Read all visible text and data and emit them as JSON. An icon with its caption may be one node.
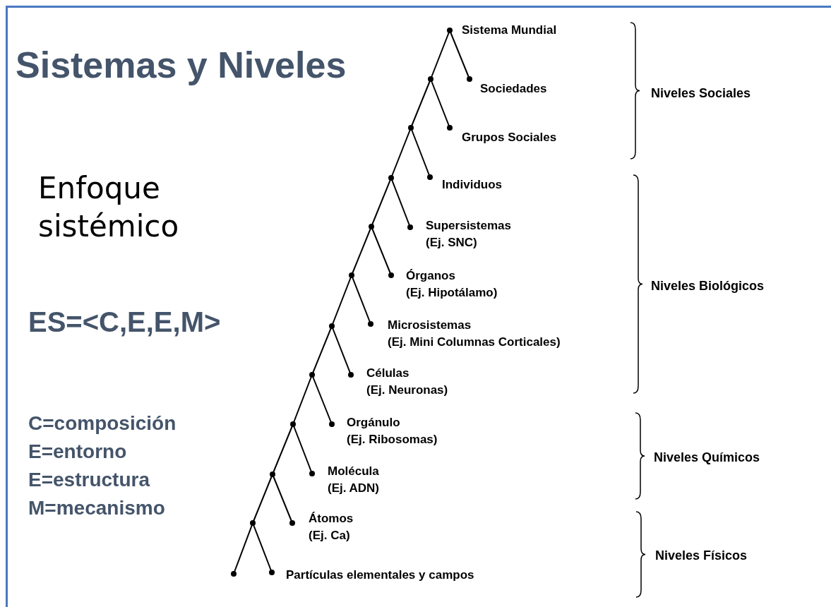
{
  "diagram": {
    "title": "Sistemas y Niveles",
    "nodes": [
      {
        "text": [
          "Sistema Mundial"
        ]
      },
      {
        "text": [],
        "shape": "circle"
      },
      {
        "text": [
          "Sociedades"
        ]
      },
      {
        "text": [],
        "shape": "circle"
      },
      {
        "text": [
          "Grupos Sociales"
        ]
      },
      {
        "text": [],
        "shape": "circle"
      },
      {
        "text": [
          "Individuos"
        ]
      },
      {
        "text": [],
        "shape": "circle"
      },
      {
        "text": [
          "Supersistemas",
          "(Ej. SNC)"
        ]
      },
      {
        "text": [],
        "shape": "circle"
      },
      {
        "text": [
          "Órganos",
          "(Ej. Hipotálamo)"
        ]
      },
      {
        "text": [],
        "shape": "circle"
      },
      {
        "text": [
          "Microsistemas",
          "(Ej. Mini Columnas Corticales)"
        ]
      },
      {
        "text": [],
        "shape": "circle"
      },
      {
        "text": [
          "Células",
          "(Ej. Neuronas)"
        ]
      },
      {
        "text": [],
        "shape": "circle"
      },
      {
        "text": [
          "Orgánulo",
          "(Ej. Ribosomas)"
        ]
      },
      {
        "text": [],
        "shape": "circle"
      },
      {
        "text": [
          "Molécula",
          "(Ej. ADN)"
        ]
      },
      {
        "text": [],
        "shape": "circle"
      },
      {
        "text": [
          "Átomos",
          "(Ej. Ca)"
        ]
      },
      {
        "text": [],
        "shape": "circle"
      },
      {
        "text": [
          "Partículas elementales y campos"
        ]
      }
    ],
    "edges": [
      {
        "from": 0,
        "to": 1,
        "arrow": "none"
      },
      {
        "from": 0,
        "to": 2,
        "arrow": "none"
      },
      {
        "from": 1,
        "to": 3,
        "arrow": "none"
      },
      {
        "from": 1,
        "to": 4,
        "arrow": "none"
      },
      {
        "from": 3,
        "to": 5,
        "arrow": "none"
      },
      {
        "from": 3,
        "to": 6,
        "arrow": "none"
      },
      {
        "from": 5,
        "to": 7,
        "arrow": "none"
      },
      {
        "from": 5,
        "to": 8,
        "arrow": "none"
      },
      {
        "from": 7,
        "to": 9,
        "arrow": "none"
      },
      {
        "from": 7,
        "to": 10,
        "arrow": "none"
      },
      {
        "from": 9,
        "to": 11,
        "arrow": "none"
      },
      {
        "from": 9,
        "to": 12,
        "arrow": "none"
      },
      {
        "from": 11,
        "to": 13,
        "arrow": "none"
      },
      {
        "from": 11,
        "to": 14,
        "arrow": "none"
      },
      {
        "from": 13,
        "to": 15,
        "arrow": "none"
      },
      {
        "from": 13,
        "to": 16,
        "arrow": "none"
      },
      {
        "from": 15,
        "to": 17,
        "arrow": "none"
      },
      {
        "from": 15,
        "to": 18,
        "arrow": "none"
      },
      {
        "from": 17,
        "to": 19,
        "arrow": "none"
      },
      {
        "from": 17,
        "to": 20,
        "arrow": "none"
      },
      {
        "from": 19,
        "to": 21,
        "arrow": "none"
      },
      {
        "from": 19,
        "to": 22,
        "arrow": "none"
      }
    ],
    "labels": [
      "Enfoque sistémico",
      "ES=<C,E,E,M>",
      "C=composición",
      "E=entorno",
      "E=estructura",
      "M=mecanismo",
      "Niveles Sociales",
      "Niveles Biológicos",
      "Niveles Químicos",
      "Niveles Físicos"
    ]
  }
}
